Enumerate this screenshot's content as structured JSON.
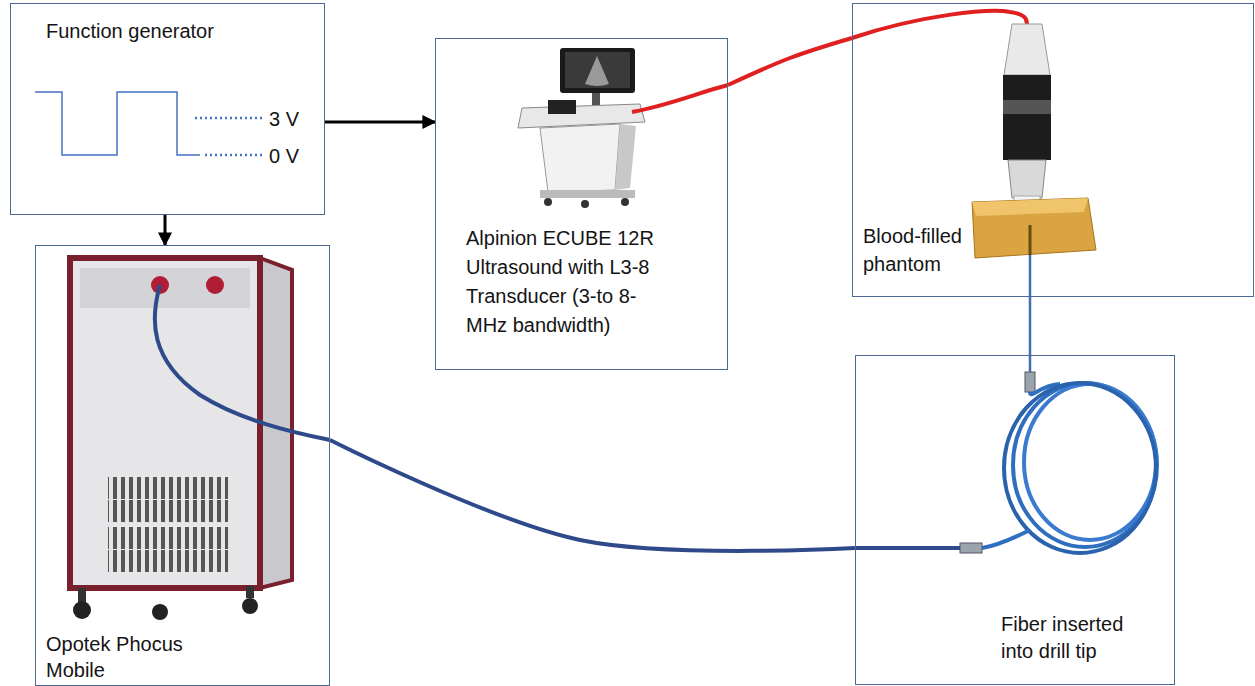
{
  "diagram": {
    "nodes": [
      {
        "text": [
          "Function generator",
          "3 V",
          "0 V"
        ]
      },
      {
        "text": [
          "Alpinion ECUBE 12R Ultrasound with L3-8 Transducer (3-to 8-MHz bandwidth)"
        ]
      },
      {
        "text": [
          "Blood-filled phantom"
        ]
      },
      {
        "text": [
          "Opotek Phocus Mobile"
        ]
      },
      {
        "text": [
          "Fiber inserted into drill tip"
        ]
      }
    ],
    "edges": [
      {
        "from": 0,
        "to": 1,
        "arrow": "to"
      },
      {
        "from": 0,
        "to": 3,
        "arrow": "to"
      },
      {
        "from": 1,
        "to": 2,
        "arrow": "none"
      },
      {
        "from": 3,
        "to": 4,
        "arrow": "none"
      },
      {
        "from": 4,
        "to": 2,
        "arrow": "none"
      }
    ]
  }
}
